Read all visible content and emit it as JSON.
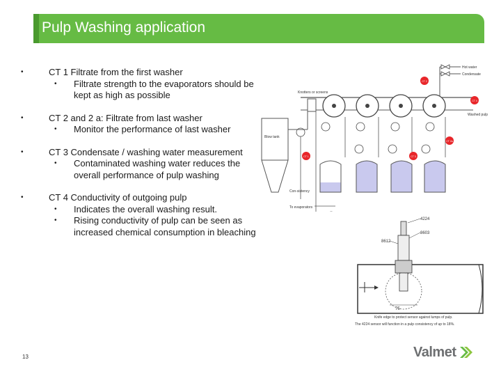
{
  "title": "Pulp Washing application",
  "bullets": [
    {
      "text": "CT 1  Filtrate from the first washer",
      "subs": [
        "Filtrate strength to the evaporators should be kept as high as possible"
      ]
    },
    {
      "text": "CT 2 and 2 a: Filtrate from last washer",
      "subs": [
        "Monitor the performance of last washer"
      ]
    },
    {
      "text": "CT 3 Condensate / washing water measurement",
      "subs": [
        "Contaminated washing water reduces the overall performance of pulp washing"
      ]
    },
    {
      "text": "CT 4 Conductivity of outgoing pulp",
      "subs": [
        "Indicates the overall washing result.",
        "Rising conductivity of pulp can be seen as increased chemical consumption in bleaching"
      ]
    }
  ],
  "slide_number": "13",
  "logo": "Valmet",
  "diagram": {
    "hot_water": "Hot water",
    "condensate": "Condensate",
    "knotters": "Knotters or screens",
    "washed_pulp": "Washed pulp",
    "blow_tank": "Blow tank",
    "consistency": "Con-sistency",
    "to_evaporators": "To evaporators",
    "ct1": "CT 1",
    "ct2": "CT 2",
    "ct2a": "CT 2a",
    "ct3": "CT 3",
    "ct4": "CT 4"
  },
  "sensor": {
    "model": "4224",
    "part_a": "8603",
    "part_b": "8612",
    "dim": "75",
    "note1": "Knife edge to protect sensor against lumps of pulp.",
    "note2": "The 4224 sensor will function in a pulp consistency of up to 18%."
  },
  "colors": {
    "title_bg": "#66bb44",
    "ct_red": "#e8262a",
    "tank_blue": "#c9c9ee"
  }
}
